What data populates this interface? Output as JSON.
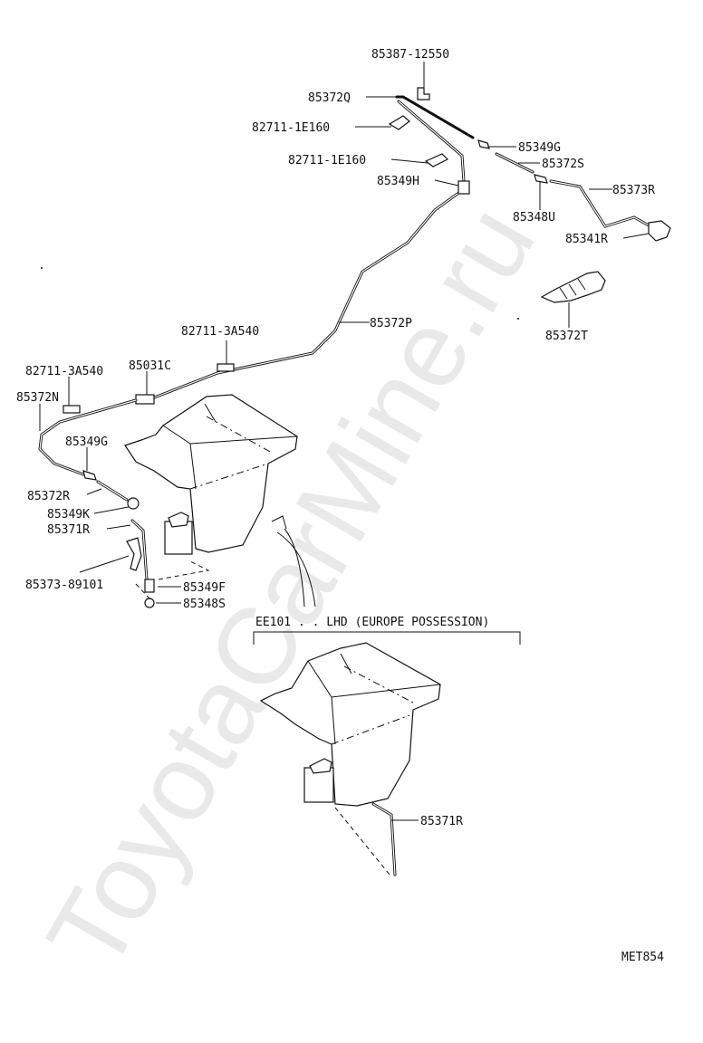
{
  "watermark": "ToyotaCarMine.ru",
  "labels": {
    "p85387_12550": "85387-12550",
    "p85372Q": "85372Q",
    "p82711_1E160_a": "82711-1E160",
    "p82711_1E160_b": "82711-1E160",
    "p85349G_top": "85349G",
    "p85372S": "85372S",
    "p85349H": "85349H",
    "p85373R": "85373R",
    "p85348U": "85348U",
    "p85341R": "85341R",
    "p85372T": "85372T",
    "p85372P": "85372P",
    "p82711_3A540_a": "82711-3A540",
    "p82711_3A540_b": "82711-3A540",
    "p85031C": "85031C",
    "p85372N": "85372N",
    "p85349G_left": "85349G",
    "p85372R": "85372R",
    "p85349K": "85349K",
    "p85371R_top": "85371R",
    "p85373_89101": "85373-89101",
    "p85349F": "85349F",
    "p85348S": "85348S",
    "p85371R_bottom": "85371R"
  },
  "subtitle": "EE101 . . LHD (EUROPE POSSESSION)",
  "figure_code": "MET854"
}
